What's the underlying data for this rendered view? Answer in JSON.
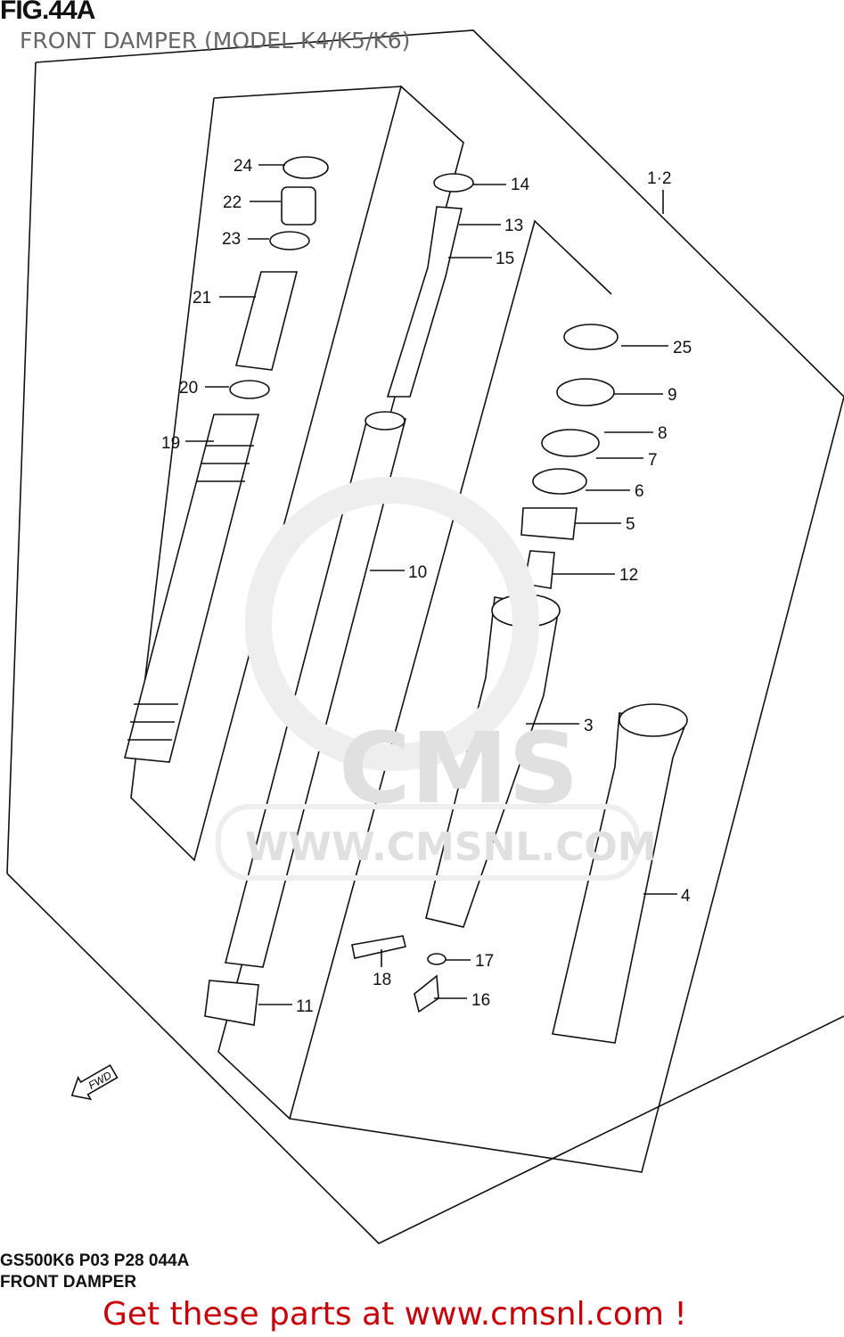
{
  "header": {
    "figure": "FIG.44A",
    "subtitle": "FRONT DAMPER (MODEL K4/K5/K6)"
  },
  "footer": {
    "code": "GS500K6 P03 P28 044A",
    "name": "FRONT DAMPER",
    "promo": "Get these parts at www.cmsnl.com !",
    "promo_color": "#c8000a"
  },
  "watermark": {
    "logo": "CMS",
    "url": "WWW.CMSNL.COM"
  },
  "direction_arrow": "FWD",
  "callouts": {
    "p1_2": "1·2",
    "p3": "3",
    "p4": "4",
    "p5": "5",
    "p6": "6",
    "p7": "7",
    "p8": "8",
    "p9": "9",
    "p10": "10",
    "p11": "11",
    "p12": "12",
    "p13": "13",
    "p14": "14",
    "p15": "15",
    "p16": "16",
    "p17": "17",
    "p18": "18",
    "p19": "19",
    "p20": "20",
    "p21": "21",
    "p22": "22",
    "p23": "23",
    "p24": "24",
    "p25": "25"
  }
}
